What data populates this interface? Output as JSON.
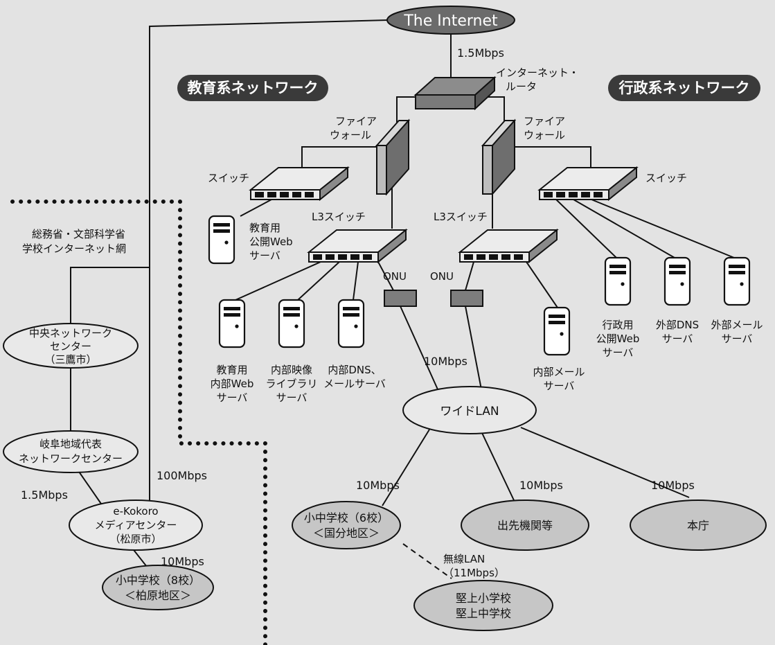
{
  "internet": "The Internet",
  "speed_internet_router": "1.5Mbps",
  "router_label": [
    "インターネット・",
    "ルータ"
  ],
  "edu_network_title": "教育系ネットワーク",
  "admin_network_title": "行政系ネットワーク",
  "firewall_label": [
    "ファイア",
    "ウォール"
  ],
  "switch_label": "スイッチ",
  "l3switch_label": "L3スイッチ",
  "onu_label": "ONU",
  "gov_network_label": [
    "総務省・文部科学省",
    "学校インターネット網"
  ],
  "edu_public_web": [
    "教育用",
    "公開Web",
    "サーバ"
  ],
  "edu_internal_web": [
    "教育用",
    "内部Web",
    "サーバ"
  ],
  "internal_video": [
    "内部映像",
    "ライブラリ",
    "サーバ"
  ],
  "internal_dns_mail": [
    "内部DNS、",
    "メールサーバ"
  ],
  "internal_mail": [
    "内部メール",
    "サーバ"
  ],
  "admin_public_web": [
    "行政用",
    "公開Web",
    "サーバ"
  ],
  "external_dns": [
    "外部DNS",
    "サーバ"
  ],
  "external_mail": [
    "外部メール",
    "サーバ"
  ],
  "speed_onu_wan": "10Mbps",
  "wide_lan": "ワイドLAN",
  "speed_wan_school": "10Mbps",
  "speed_wan_branch": "10Mbps",
  "speed_wan_hq": "10Mbps",
  "school_kokubu": [
    "小中学校（6校）",
    "＜国分地区＞"
  ],
  "branch_offices": "出先機関等",
  "headquarters": "本庁",
  "wireless_lan": [
    "無線LAN",
    "（11Mbps）"
  ],
  "katakami_schools": [
    "堅上小学校",
    "堅上中学校"
  ],
  "central_center": [
    "中央ネットワーク",
    "センター",
    "（三鷹市）"
  ],
  "gifu_center": [
    "岐阜地域代表",
    "ネットワークセンター"
  ],
  "speed_gifu": "1.5Mbps",
  "speed_100": "100Mbps",
  "ekokoro": [
    "e-Kokoro",
    "メディアセンター",
    "（松原市）"
  ],
  "speed_kashiwara": "10Mbps",
  "school_kashiwara": [
    "小中学校（8校）",
    "＜柏原地区＞"
  ],
  "colors": {
    "background": "#e3e3e3",
    "internet_fill": "#6b6b6b",
    "badge_fill": "#3a3a3a",
    "node_fill": "#c6c6c6",
    "ellipse_light": "#e9e9e9",
    "device_side": "#777777"
  }
}
